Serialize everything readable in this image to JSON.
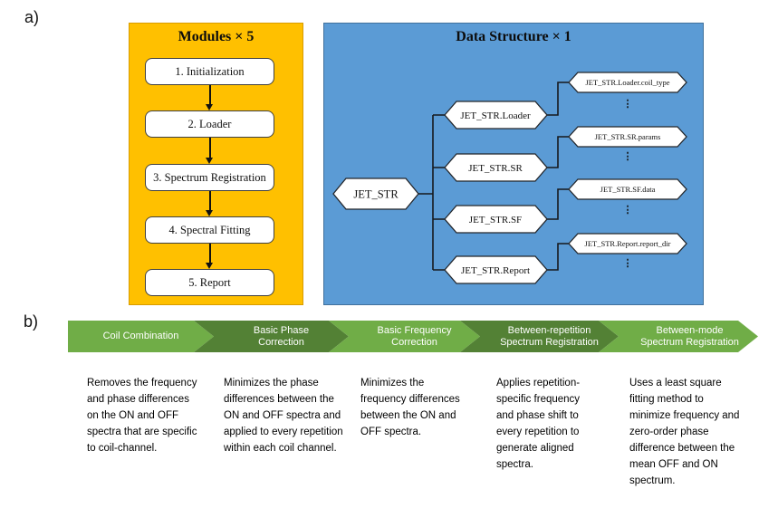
{
  "labels": {
    "panel_a": "a)",
    "panel_b": "b)"
  },
  "modules_panel": {
    "title": "Modules × 5",
    "items": [
      "1. Initialization",
      "2. Loader",
      "3. Spectrum Registration",
      "4. Spectral Fitting",
      "5. Report"
    ]
  },
  "data_structure_panel": {
    "title": "Data Structure × 1",
    "root": "JET_STR",
    "children": [
      "JET_STR.Loader",
      "JET_STR.SR",
      "JET_STR.SF",
      "JET_STR.Report"
    ],
    "leaves": [
      "JET_STR.Loader.coil_type",
      "JET_STR.SR.params",
      "JET_STR.SF.data",
      "JET_STR.Report.report_dir"
    ],
    "ellipsis": "⋮"
  },
  "pipeline": {
    "steps": [
      {
        "label": "Coil Combination",
        "color": "#70AD47",
        "description": "Removes the frequency and phase differences on the ON and OFF spectra that are specific to coil-channel."
      },
      {
        "label": "Basic Phase\nCorrection",
        "color": "#538135",
        "description": "Minimizes the phase differences between the ON and OFF spectra and applied to every repetition within each coil channel."
      },
      {
        "label": "Basic Frequency\nCorrection",
        "color": "#70AD47",
        "description": "Minimizes the frequency differences between the ON and OFF spectra."
      },
      {
        "label": "Between-repetition\nSpectrum Registration",
        "color": "#538135",
        "description": "Applies repetition-specific frequency and phase shift to every repetition to generate aligned spectra."
      },
      {
        "label": "Between-mode\nSpectrum Registration",
        "color": "#70AD47",
        "description": "Uses a least square fitting method to minimize frequency and zero-order phase difference between the mean OFF and ON spectrum."
      }
    ]
  },
  "colors": {
    "modules_panel_bg": "#FFC000",
    "data_structure_panel_bg": "#5B9BD5",
    "chevron_light_green": "#70AD47",
    "chevron_dark_green": "#538135"
  }
}
